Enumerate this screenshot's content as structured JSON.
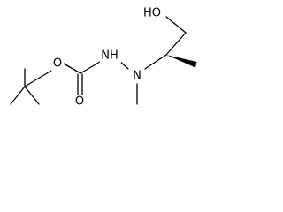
{
  "molecule": {
    "atoms": {
      "oh": "HO",
      "carbonyl_o": "O",
      "ester_o": "O",
      "nh": "NH",
      "n": "N"
    }
  }
}
